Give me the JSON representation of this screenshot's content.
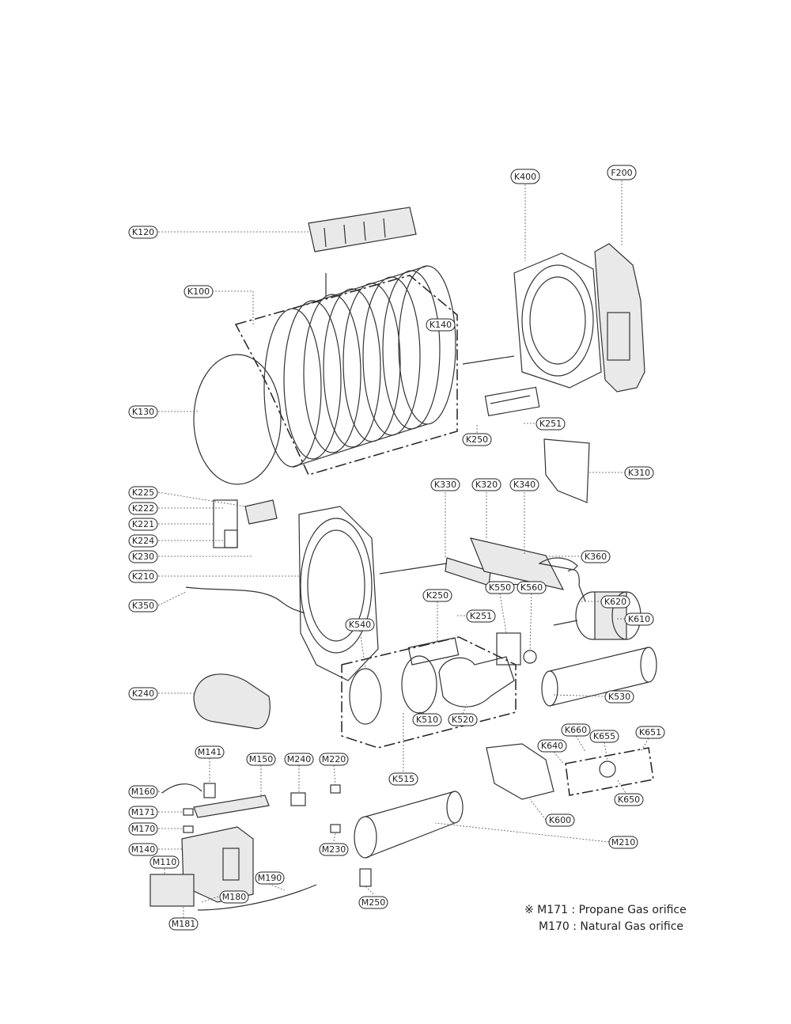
{
  "labels": {
    "K120": "K120",
    "K100": "K100",
    "K140": "K140",
    "K130": "K130",
    "K400": "K400",
    "F200": "F200",
    "K251_top": "K251",
    "K250_top": "K250",
    "K310": "K310",
    "K225": "K225",
    "K222": "K222",
    "K221": "K221",
    "K224": "K224",
    "K230": "K230",
    "K210": "K210",
    "K350": "K350",
    "K330": "K330",
    "K320": "K320",
    "K340": "K340",
    "K360": "K360",
    "K250_mid": "K250",
    "K550": "K550",
    "K560": "K560",
    "K620": "K620",
    "K610": "K610",
    "K251_mid": "K251",
    "K540": "K540",
    "K240": "K240",
    "K510": "K510",
    "K520": "K520",
    "K530": "K530",
    "K515": "K515",
    "K660": "K660",
    "K655": "K655",
    "K651": "K651",
    "K640": "K640",
    "K650": "K650",
    "K600": "K600",
    "M141": "M141",
    "M150": "M150",
    "M240": "M240",
    "M220": "M220",
    "M160": "M160",
    "M171": "M171",
    "M170": "M170",
    "M140": "M140",
    "M110": "M110",
    "M190": "M190",
    "M180": "M180",
    "M181": "M181",
    "M230": "M230",
    "M210": "M210",
    "M250": "M250"
  },
  "notes": {
    "line1": "※ M171 : Propane Gas orifice",
    "line2": "M170 : Natural Gas orifice"
  }
}
